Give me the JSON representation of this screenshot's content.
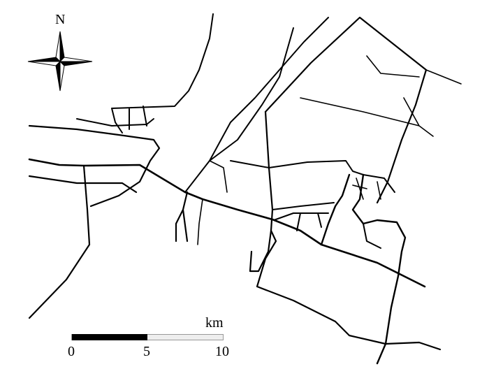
{
  "compass": {
    "north_label": "N"
  },
  "scale_bar": {
    "unit": "km",
    "ticks": [
      "0",
      "5",
      "10"
    ]
  },
  "colors": {
    "road": "#000000",
    "scale_dark": "#000000",
    "scale_light": "#eeeeee"
  }
}
